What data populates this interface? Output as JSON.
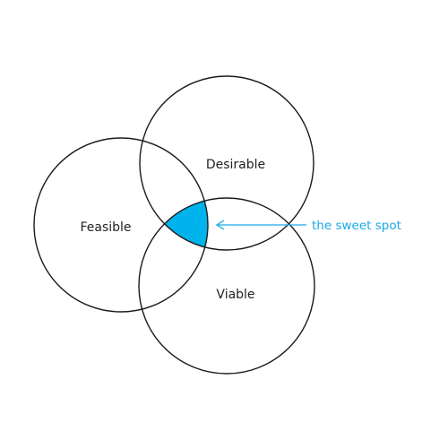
{
  "diagram": {
    "sets": [
      {
        "id": "desirable",
        "label": "Desirable"
      },
      {
        "id": "feasible",
        "label": "Feasible"
      },
      {
        "id": "viable",
        "label": "Viable"
      }
    ],
    "intersection": {
      "label": "the sweet spot"
    },
    "colors": {
      "outline": "#1a1a1a",
      "highlight": "#00b3ec",
      "annotation": "#1aa9e6"
    }
  }
}
